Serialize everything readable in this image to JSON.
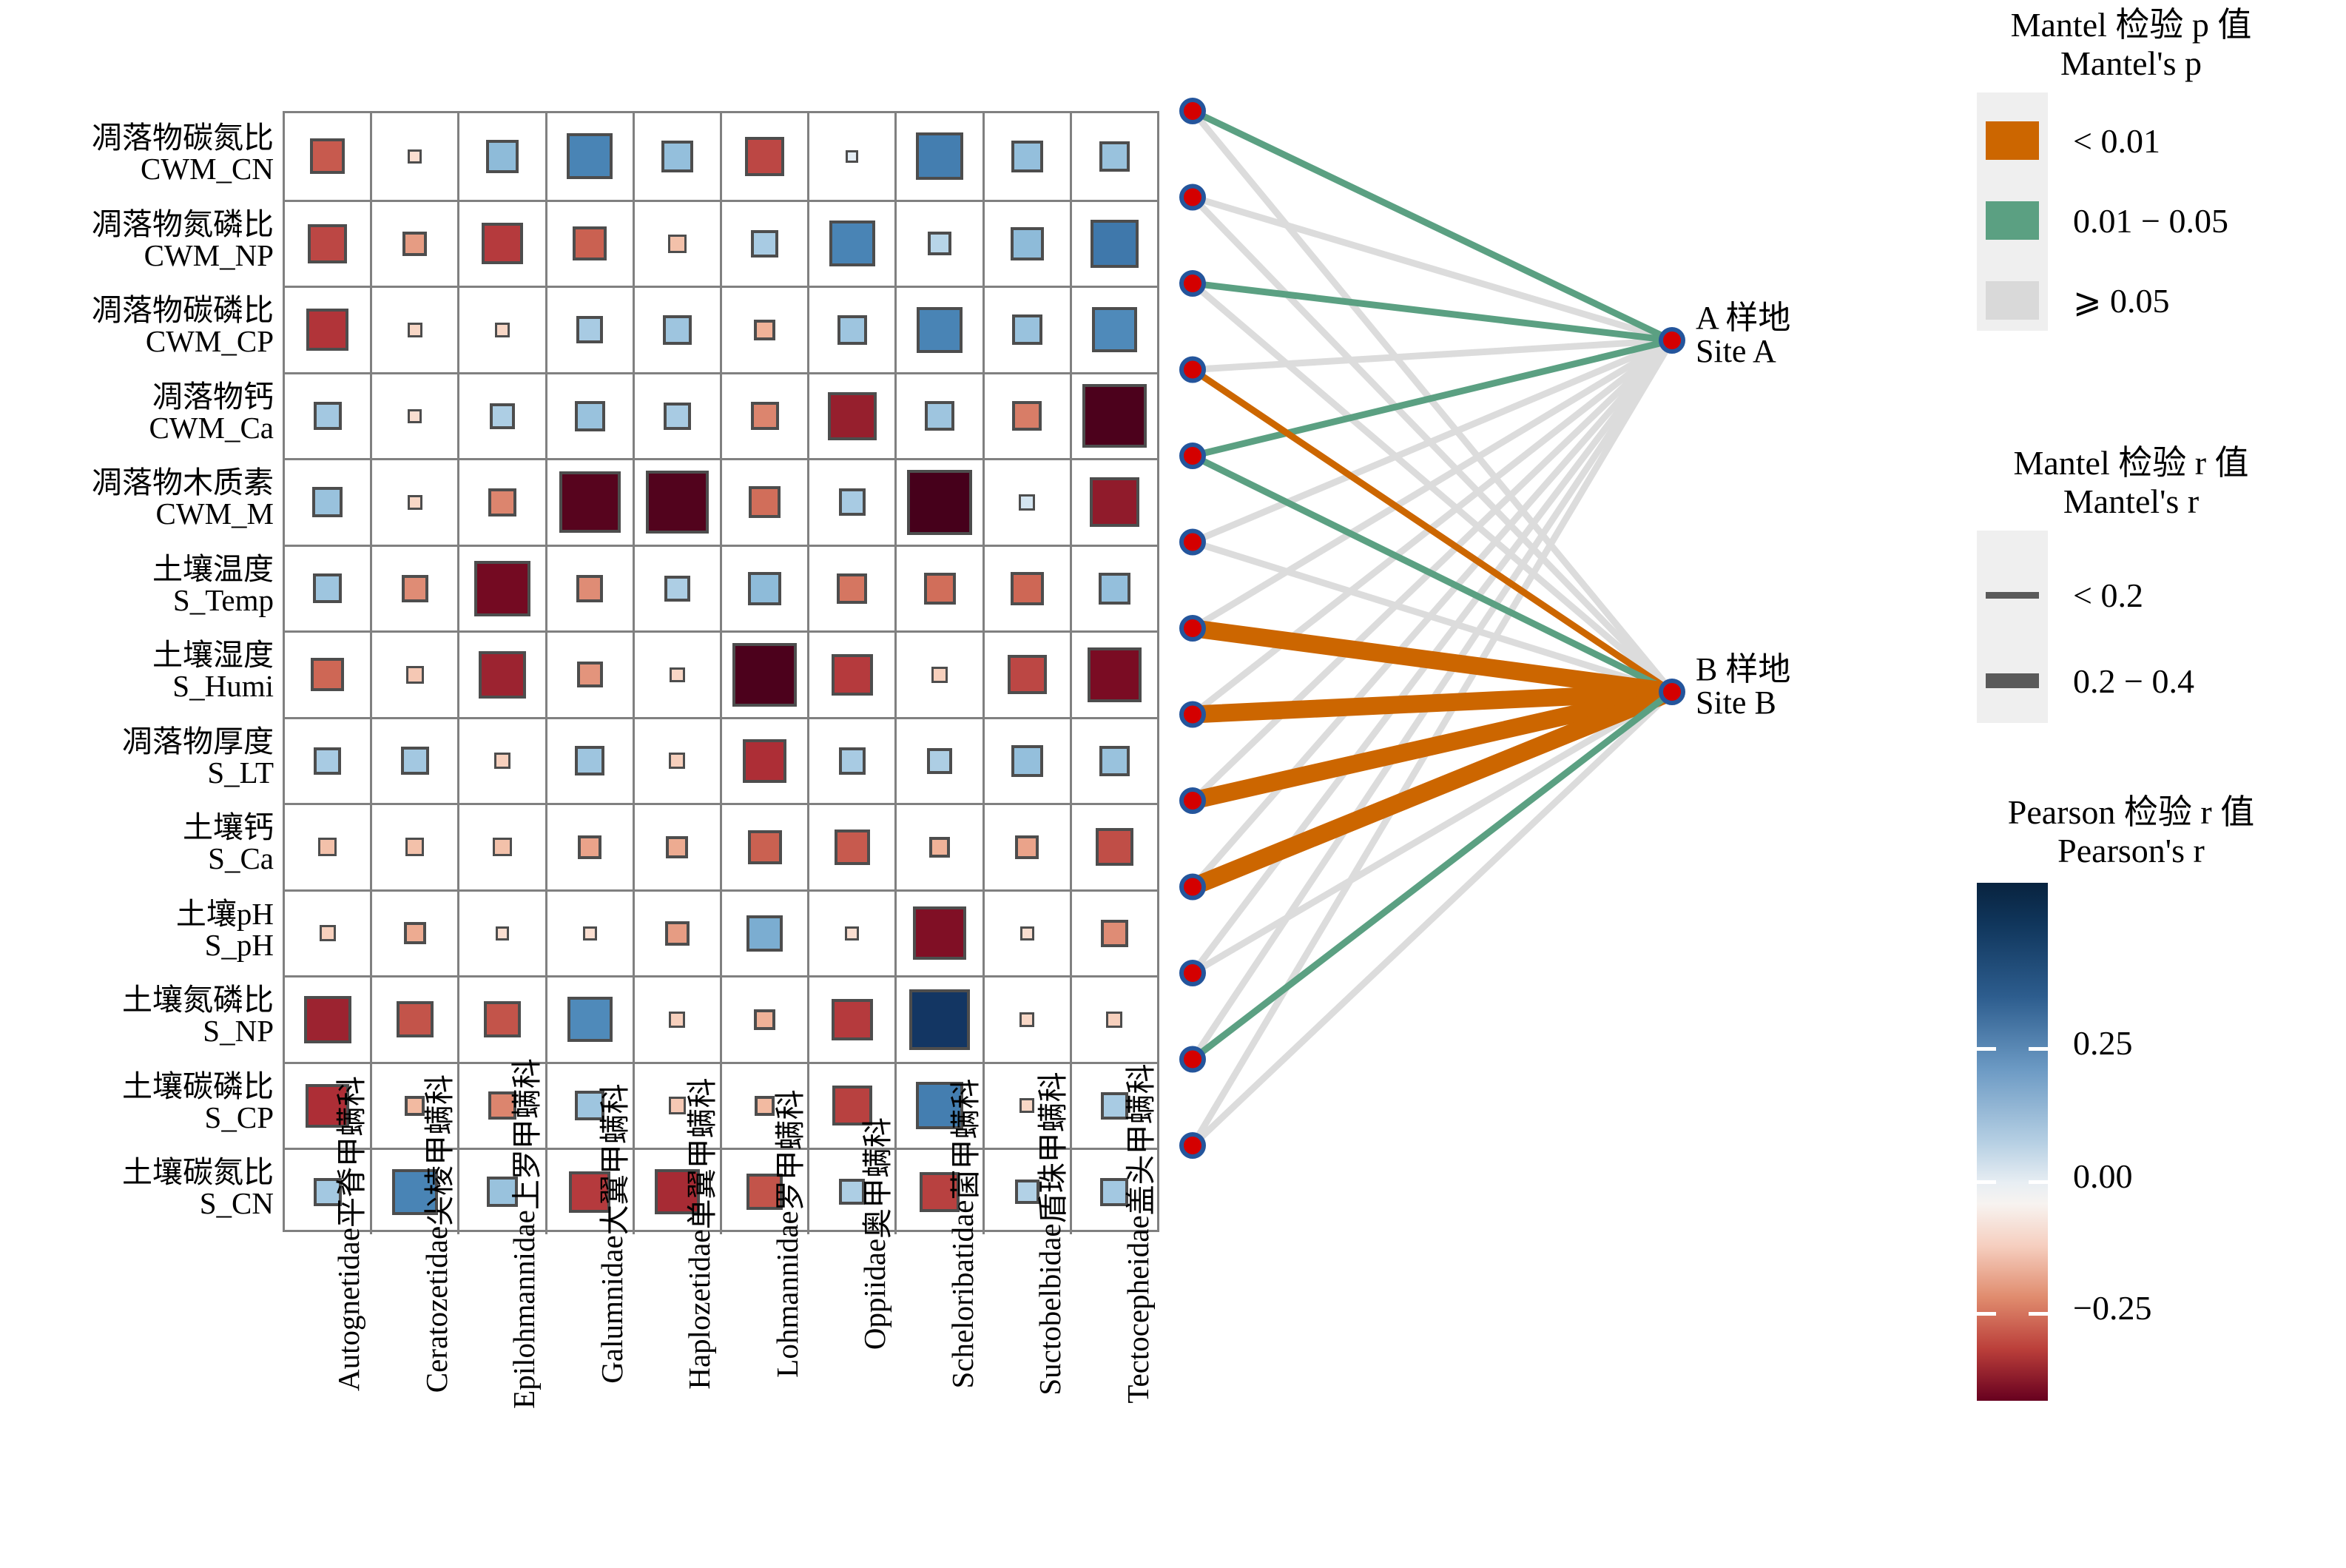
{
  "rows": [
    {
      "cn": "凋落物碳氮比",
      "en": "CWM_CN"
    },
    {
      "cn": "凋落物氮磷比",
      "en": "CWM_NP"
    },
    {
      "cn": "凋落物碳磷比",
      "en": "CWM_CP"
    },
    {
      "cn": "凋落物钙",
      "en": "CWM_Ca"
    },
    {
      "cn": "凋落物木质素",
      "en": "CWM_M"
    },
    {
      "cn": "土壤温度",
      "en": "S_Temp"
    },
    {
      "cn": "土壤湿度",
      "en": "S_Humi"
    },
    {
      "cn": "凋落物厚度",
      "en": "S_LT"
    },
    {
      "cn": "土壤钙",
      "en": "S_Ca"
    },
    {
      "cn": "土壤pH",
      "en": "S_pH"
    },
    {
      "cn": "土壤氮磷比",
      "en": "S_NP"
    },
    {
      "cn": "土壤碳磷比",
      "en": "S_CP"
    },
    {
      "cn": "土壤碳氮比",
      "en": "S_CN"
    }
  ],
  "columns": [
    {
      "cn": "平脊甲螨科",
      "en": "Autognetidae"
    },
    {
      "cn": "尖棱甲螨科",
      "en": "Ceratozetidae"
    },
    {
      "cn": "上罗甲螨科",
      "en": "Epilohmannidae"
    },
    {
      "cn": "大翼甲螨科",
      "en": "Galumnidae"
    },
    {
      "cn": "单翼甲螨科",
      "en": "Haplozetidae"
    },
    {
      "cn": "罗甲螨科",
      "en": "Lohmannidae"
    },
    {
      "cn": "奥甲螨科",
      "en": "Oppiidae"
    },
    {
      "cn": "菌甲螨科",
      "en": "Scheloribatidae"
    },
    {
      "cn": "盾珠甲螨科",
      "en": "Suctobelbidae"
    },
    {
      "cn": "盖头甲螨科",
      "en": "Tectocepheidae"
    }
  ],
  "network": {
    "site_a": {
      "cn": "A 样地",
      "en": "Site A"
    },
    "site_b": {
      "cn": "B 样地",
      "en": "Site B"
    }
  },
  "legend_p": {
    "title_cn": "Mantel 检验 p 值",
    "title_en": "Mantel's p",
    "items": [
      {
        "label": "< 0.01",
        "color": "#cc6600"
      },
      {
        "label": "0.01 − 0.05",
        "color": "#5ba082"
      },
      {
        "label": "⩾ 0.05",
        "color": "#d9d9d9"
      }
    ]
  },
  "legend_r": {
    "title_cn": "Mantel 检验 r 值",
    "title_en": "Mantel's r",
    "items": [
      {
        "label": "< 0.2",
        "width": 9
      },
      {
        "label": "0.2 − 0.4",
        "width": 20
      }
    ]
  },
  "legend_pearson": {
    "title_cn": "Pearson 检验 r 值",
    "title_en": "Pearson's r",
    "ticks": [
      "0.25",
      "0.00",
      "−0.25"
    ],
    "top_color": "#08233f",
    "mid_color": "#f7f3f0",
    "bottom_color": "#67001f"
  },
  "chart_data": {
    "type": "heatmap",
    "title": "",
    "xlabel": "",
    "ylabel": "",
    "grid": true,
    "x_categories": [
      "Autognetidae",
      "Ceratozetidae",
      "Epilohmannidae",
      "Galumnidae",
      "Haplozetidae",
      "Lohmannidae",
      "Oppiidae",
      "Scheloribatidae",
      "Suctobelbidae",
      "Tectocepheidae"
    ],
    "y_categories": [
      "CWM_CN",
      "CWM_NP",
      "CWM_CP",
      "CWM_Ca",
      "CWM_M",
      "S_Temp",
      "S_Humi",
      "S_LT",
      "S_Ca",
      "S_pH",
      "S_NP",
      "S_CP",
      "S_CN"
    ],
    "value_range": [
      -0.45,
      0.45
    ],
    "colorbar_ticks": [
      0.25,
      0.0,
      -0.25
    ],
    "note": "values = Pearson's r; sign/magnitude encoded by square colour and size",
    "values": [
      [
        -0.21,
        -0.03,
        0.19,
        0.3,
        0.18,
        -0.24,
        0.02,
        0.31,
        0.18,
        0.17
      ],
      [
        -0.24,
        -0.12,
        -0.26,
        -0.2,
        -0.07,
        0.14,
        0.3,
        0.11,
        0.19,
        0.32
      ],
      [
        -0.27,
        -0.04,
        -0.04,
        0.14,
        0.16,
        -0.09,
        0.16,
        0.3,
        0.17,
        0.29
      ],
      [
        0.15,
        -0.03,
        0.13,
        0.17,
        0.14,
        -0.15,
        -0.32,
        0.16,
        -0.16,
        -0.45
      ],
      [
        0.17,
        -0.04,
        -0.15,
        -0.43,
        -0.44,
        -0.18,
        0.14,
        -0.46,
        0.05,
        -0.33
      ],
      [
        0.16,
        -0.14,
        -0.38,
        -0.14,
        0.13,
        0.19,
        -0.17,
        -0.18,
        -0.19,
        0.18
      ],
      [
        -0.19,
        -0.06,
        -0.31,
        -0.13,
        -0.04,
        -0.45,
        -0.26,
        -0.05,
        -0.24,
        -0.37
      ],
      [
        0.14,
        0.15,
        -0.05,
        0.16,
        -0.05,
        -0.28,
        0.14,
        0.13,
        0.18,
        0.17
      ],
      [
        -0.07,
        -0.07,
        -0.07,
        -0.11,
        -0.1,
        -0.2,
        -0.21,
        -0.09,
        -0.11,
        -0.23
      ],
      [
        -0.05,
        -0.1,
        -0.03,
        -0.03,
        -0.12,
        0.22,
        -0.03,
        -0.36,
        -0.03,
        -0.14
      ],
      [
        -0.31,
        -0.22,
        -0.22,
        0.29,
        -0.05,
        -0.09,
        -0.26,
        0.42,
        -0.04,
        -0.05
      ],
      [
        -0.28,
        -0.08,
        -0.15,
        0.16,
        -0.06,
        -0.08,
        -0.25,
        0.31,
        -0.04,
        0.14
      ],
      [
        0.15,
        0.3,
        0.17,
        -0.26,
        -0.29,
        -0.22,
        0.13,
        -0.25,
        0.12,
        0.15
      ]
    ]
  },
  "mantel_edges": {
    "note": "edges from each of the 13 environmental variables to Site A and Site B",
    "to_site_a": [
      {
        "row": "CWM_CN",
        "p": "0.01-0.05",
        "r": "<0.2"
      },
      {
        "row": "CWM_NP",
        "p": ">=0.05",
        "r": "<0.2"
      },
      {
        "row": "CWM_CP",
        "p": "0.01-0.05",
        "r": "<0.2"
      },
      {
        "row": "CWM_Ca",
        "p": ">=0.05",
        "r": "<0.2"
      },
      {
        "row": "CWM_M",
        "p": "0.01-0.05",
        "r": "<0.2"
      },
      {
        "row": "S_Temp",
        "p": ">=0.05",
        "r": "<0.2"
      },
      {
        "row": "S_Humi",
        "p": ">=0.05",
        "r": "<0.2"
      },
      {
        "row": "S_LT",
        "p": ">=0.05",
        "r": "<0.2"
      },
      {
        "row": "S_Ca",
        "p": ">=0.05",
        "r": "<0.2"
      },
      {
        "row": "S_pH",
        "p": ">=0.05",
        "r": "<0.2"
      },
      {
        "row": "S_NP",
        "p": ">=0.05",
        "r": "<0.2"
      },
      {
        "row": "S_CP",
        "p": ">=0.05",
        "r": "<0.2"
      },
      {
        "row": "S_CN",
        "p": ">=0.05",
        "r": "<0.2"
      }
    ],
    "to_site_b": [
      {
        "row": "CWM_CN",
        "p": ">=0.05",
        "r": "<0.2"
      },
      {
        "row": "CWM_NP",
        "p": ">=0.05",
        "r": "<0.2"
      },
      {
        "row": "CWM_CP",
        "p": ">=0.05",
        "r": "<0.2"
      },
      {
        "row": "CWM_Ca",
        "p": "<0.01",
        "r": "<0.2"
      },
      {
        "row": "CWM_M",
        "p": "0.01-0.05",
        "r": "<0.2"
      },
      {
        "row": "S_Temp",
        "p": ">=0.05",
        "r": "<0.2"
      },
      {
        "row": "S_Humi",
        "p": "<0.01",
        "r": "0.2-0.4"
      },
      {
        "row": "S_LT",
        "p": "<0.01",
        "r": "0.2-0.4"
      },
      {
        "row": "S_Ca",
        "p": "<0.01",
        "r": "0.2-0.4"
      },
      {
        "row": "S_pH",
        "p": "<0.01",
        "r": "0.2-0.4"
      },
      {
        "row": "S_NP",
        "p": ">=0.05",
        "r": "<0.2"
      },
      {
        "row": "S_CP",
        "p": "0.01-0.05",
        "r": "<0.2"
      },
      {
        "row": "S_CN",
        "p": ">=0.05",
        "r": "<0.2"
      }
    ]
  }
}
